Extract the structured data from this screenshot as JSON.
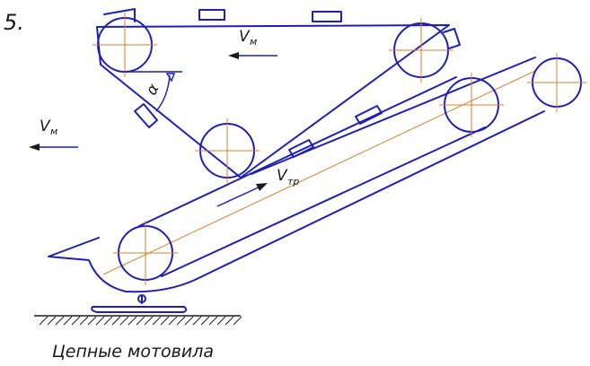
{
  "figure": {
    "number": "5.",
    "caption": "Цепные мотовила",
    "labels": {
      "velocity_reel_top": "V",
      "velocity_reel_top_sub": "м",
      "velocity_left": "V",
      "velocity_left_sub": "м",
      "velocity_conveyor": "V",
      "velocity_conveyor_sub": "тр",
      "angle": "α"
    }
  },
  "colors": {
    "ink": "#1f1fb4",
    "axis": "#d9822b",
    "text": "#1a1a1a"
  }
}
